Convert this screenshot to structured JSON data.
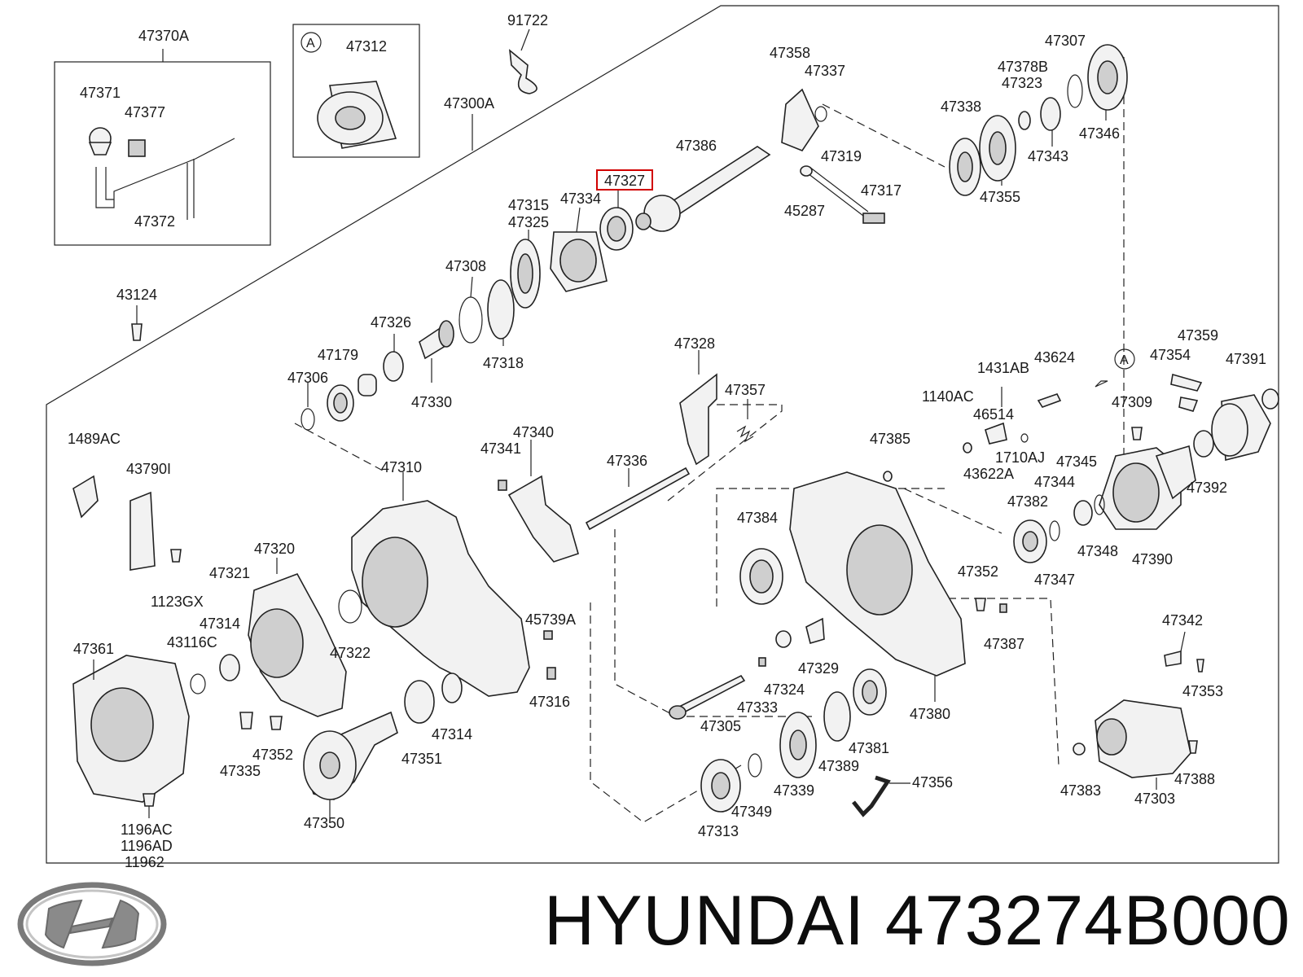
{
  "diagram": {
    "labels": {
      "p47370A": "47370A",
      "p47312": "47312",
      "p91722": "91722",
      "p47371": "47371",
      "p47377": "47377",
      "p47372": "47372",
      "p47300A": "47300A",
      "p43124": "43124",
      "p47358": "47358",
      "p47337": "47337",
      "p47307": "47307",
      "p47378B": "47378B",
      "p47323": "47323",
      "p47338": "47338",
      "p47346": "47346",
      "p47343": "47343",
      "p47355": "47355",
      "p47386": "47386",
      "p47319": "47319",
      "p47317": "47317",
      "p45287": "45287",
      "p47327": "47327",
      "p47334": "47334",
      "p47315": "47315",
      "p47325": "47325",
      "p47308": "47308",
      "p47326": "47326",
      "p47318": "47318",
      "p47179": "47179",
      "p47306": "47306",
      "p47330": "47330",
      "p47328": "47328",
      "p47357": "47357",
      "p1489AC": "1489AC",
      "p43790I": "43790I",
      "p1123GX": "1123GX",
      "p47340": "47340",
      "p47341": "47341",
      "p47336": "47336",
      "p47310": "47310",
      "p1431AB": "1431AB",
      "p43624": "43624",
      "p1140AC": "1140AC",
      "p46514": "46514",
      "p1710AJ": "1710AJ",
      "p43622A": "43622A",
      "p47385": "47385",
      "p47359": "47359",
      "p47354": "47354",
      "p47391": "47391",
      "p47309": "47309",
      "p47345": "47345",
      "p47344": "47344",
      "p47382": "47382",
      "p47392": "47392",
      "p47348": "47348",
      "p47390": "47390",
      "p47347": "47347",
      "p47384": "47384",
      "p47352a": "47352",
      "p47387": "47387",
      "p47320": "47320",
      "p47321": "47321",
      "p47314a": "47314",
      "p47322": "47322",
      "p43116C": "43116C",
      "p47361": "47361",
      "p45739A": "45739A",
      "p47329": "47329",
      "p47324": "47324",
      "p47316": "47316",
      "p47333": "47333",
      "p47380": "47380",
      "p47342": "47342",
      "p47353": "47353",
      "p47305": "47305",
      "p47381": "47381",
      "p47314b": "47314",
      "p47351": "47351",
      "p47352b": "47352",
      "p47335": "47335",
      "p47389": "47389",
      "p47339": "47339",
      "p47356": "47356",
      "p47383": "47383",
      "p47388": "47388",
      "p47303": "47303",
      "p47349": "47349",
      "p47313": "47313",
      "p47350": "47350",
      "p1196AC": "1196AC",
      "p1196AD": "1196AD",
      "p11962": "11962",
      "detailA1": "A",
      "detailA2": "A"
    },
    "highlighted_part": "47327",
    "highlight_color": "#d10000"
  },
  "footer": {
    "brand": "HYUNDAI",
    "part_number": "473274B000",
    "title": "HYUNDAI 473274B000"
  }
}
